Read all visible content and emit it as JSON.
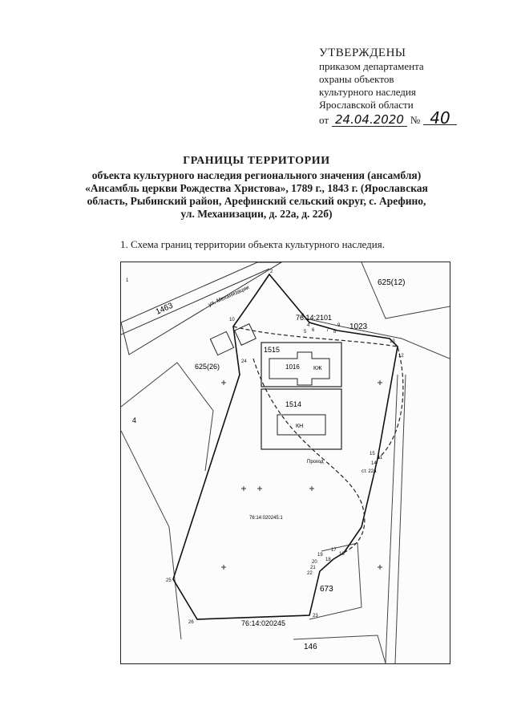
{
  "approval": {
    "title": "УТВЕРЖДЕНЫ",
    "lines": [
      "приказом департамента",
      "охраны объектов",
      "культурного наследия",
      "Ярославской области"
    ],
    "date_prefix": "от",
    "date_value": "24.04.2020",
    "number_prefix": "№",
    "number_value": "40"
  },
  "heading": {
    "title": "ГРАНИЦЫ ТЕРРИТОРИИ",
    "lines": [
      "объекта культурного наследия регионального значения (ансамбля)",
      "«Ансамбль церкви Рождества Христова», 1789 г., 1843 г. (Ярославская",
      "область, Рыбинский район, Арефинский сельский округ, с. Арефино,",
      "ул. Механизации, д. 22а, д. 22б)"
    ]
  },
  "section_caption": "1. Схема границ территории объекта культурного наследия.",
  "map": {
    "parcel_labels": [
      "625(12)",
      "76:14:2101",
      "1023",
      "1515",
      "1016",
      "625(26)",
      "1514",
      "673",
      "76:14:020245",
      "146",
      "1463",
      "76:14:020245:1"
    ],
    "point_labels": [
      "1",
      "2",
      "3",
      "4",
      "5",
      "6",
      "7",
      "8",
      "9",
      "10",
      "11",
      "12",
      "13",
      "14",
      "15",
      "16",
      "17",
      "18",
      "19",
      "20",
      "21",
      "22",
      "23",
      "24",
      "25",
      "26"
    ],
    "building_labels": [
      "КЖ",
      "КН"
    ],
    "street_label": "ул. Механизации",
    "misc_labels": [
      "Проход",
      "ст. 22а",
      "4"
    ]
  }
}
